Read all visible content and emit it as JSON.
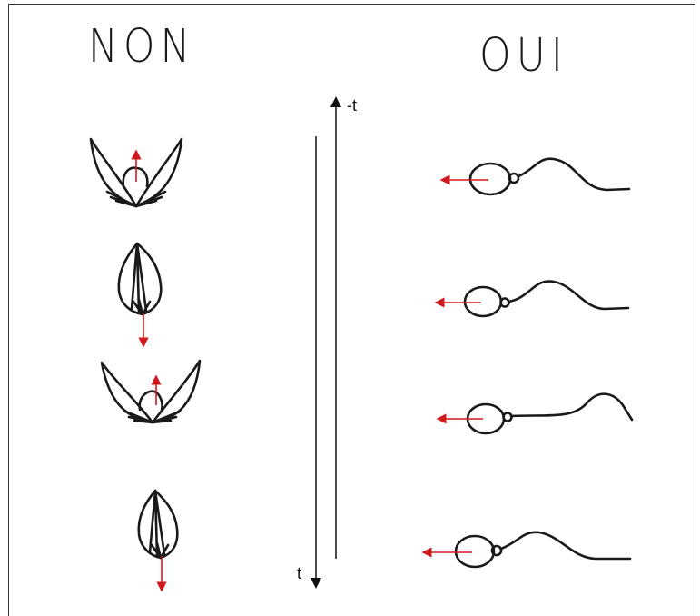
{
  "titles": {
    "left": "NON",
    "right": "OUI"
  },
  "time_axis": {
    "up_label": "-t",
    "down_label": "t"
  },
  "colors": {
    "ink": "#1a1a1a",
    "arrow": "#d0181d"
  },
  "left_column": {
    "frames": [
      {
        "state": "open",
        "arrow": "up"
      },
      {
        "state": "closed",
        "arrow": "down"
      },
      {
        "state": "open",
        "arrow": "up"
      },
      {
        "state": "closed",
        "arrow": "down"
      }
    ]
  },
  "right_column": {
    "frames": [
      {
        "tail": "wave-a",
        "arrow": "left"
      },
      {
        "tail": "wave-b",
        "arrow": "left"
      },
      {
        "tail": "wave-c",
        "arrow": "left"
      },
      {
        "tail": "wave-a",
        "arrow": "left"
      }
    ]
  }
}
